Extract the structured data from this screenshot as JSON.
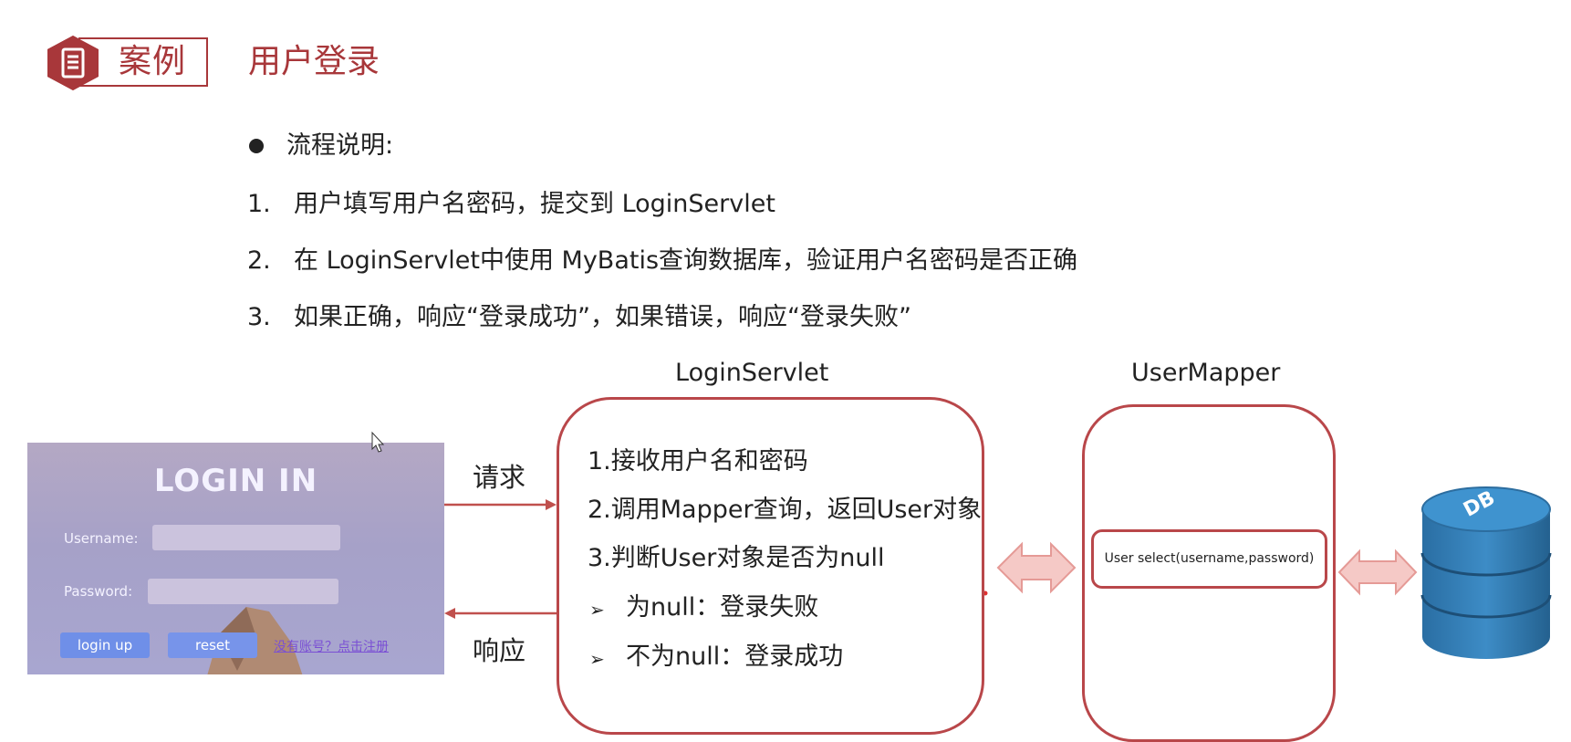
{
  "header": {
    "badge": "案例",
    "title": "用户登录",
    "badge_icon": "document-icon",
    "accent_color": "#a8373a"
  },
  "process": {
    "heading": "流程说明:",
    "steps": [
      {
        "num": "1.",
        "text": "用户填写用户名密码，提交到 LoginServlet"
      },
      {
        "num": "2.",
        "text": "在 LoginServlet中使用 MyBatis查询数据库，验证用户名密码是否正确"
      },
      {
        "num": "3.",
        "text": "如果正确，响应“登录成功”，如果错误，响应“登录失败”"
      }
    ]
  },
  "login_form": {
    "title": "LOGIN IN",
    "username_label": "Username:",
    "password_label": "Password:",
    "login_button": "login up",
    "reset_button": "reset",
    "register_link": "没有账号？点击注册"
  },
  "arrows": {
    "request": "请求",
    "response": "响应"
  },
  "servlet": {
    "title": "LoginServlet",
    "lines": [
      "1.接收用户名和密码",
      "2.调用Mapper查询，返回User对象",
      "3.判断User对象是否为null"
    ],
    "sub_items": [
      "为null：登录失败",
      "不为null：登录成功"
    ],
    "sub_marker": "➢"
  },
  "mapper": {
    "title": "UserMapper",
    "method": "User select(username,password)"
  },
  "database": {
    "label": "DB",
    "icon": "database-icon",
    "color": "#2f7bb0"
  }
}
